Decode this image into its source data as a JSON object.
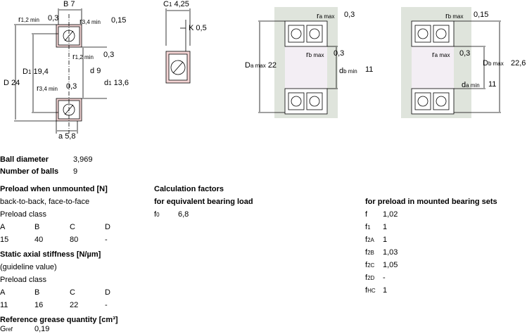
{
  "drawings": {
    "d1": {
      "b_label": "B",
      "b_val": "7",
      "r12_label": "r",
      "r12_sub": "1,2 min",
      "r12_val": "0,3",
      "r34_label": "r",
      "r34_sub": "3,4 min",
      "r34_val": "0,15",
      "r12b_label": "r",
      "r12b_sub": "1,2 min",
      "r12b_val": "0,3",
      "r34b_label": "r",
      "r34b_sub": "3,4 min",
      "r34b_val": "0,3",
      "D_label": "D",
      "D_val": "24",
      "D1_label": "D",
      "D1_sub": "1",
      "D1_val": "19,4",
      "d_label": "d",
      "d_val": "9",
      "d1_label": "d",
      "d1_sub": "1",
      "d1_val": "13,6",
      "a_label": "a",
      "a_val": "5,8"
    },
    "d2": {
      "C1_label": "C",
      "C1_sub": "1",
      "C1_val": "4,25",
      "K_label": "K",
      "K_val": "0,5"
    },
    "d3": {
      "ra_label": "r",
      "ra_sub": "a max",
      "ra_val": "0,3",
      "rb_label": "r",
      "rb_sub": "b max",
      "rb_val": "0,3",
      "Da_label": "D",
      "Da_sub": "a max",
      "Da_val": "22",
      "db_label": "d",
      "db_sub": "b min",
      "db_val": "11"
    },
    "d4": {
      "rb_label": "r",
      "rb_sub": "b max",
      "rb_val": "0,15",
      "ra_label": "r",
      "ra_sub": "a max",
      "ra_val": "0,3",
      "Db_label": "D",
      "Db_sub": "b max",
      "Db_val": "22,6",
      "da_label": "d",
      "da_sub": "a min",
      "da_val": "11"
    }
  },
  "ball": {
    "diameter_label": "Ball diameter",
    "diameter_val": "3,969",
    "number_label": "Number of balls",
    "number_val": "9"
  },
  "preload": {
    "heading": "Preload when unmounted [N]",
    "arrangement": "back-to-back, face-to-face",
    "class_label": "Preload class",
    "classes": [
      "A",
      "B",
      "C",
      "D"
    ],
    "values": [
      "15",
      "40",
      "80",
      "-"
    ]
  },
  "stiffness": {
    "heading": "Static axial stiffness [N/µm]",
    "note": "(guideline value)",
    "class_label": "Preload class",
    "classes": [
      "A",
      "B",
      "C",
      "D"
    ],
    "values": [
      "11",
      "16",
      "22",
      "-"
    ]
  },
  "grease": {
    "heading": "Reference grease quantity [cm³]",
    "g_label": "G",
    "g_sub": "ref",
    "g_val": "0,19"
  },
  "calc": {
    "heading": "Calculation factors",
    "sub_heading": "for equivalent bearing load",
    "f0_label": "f",
    "f0_sub": "0",
    "f0_val": "6,8"
  },
  "mounted": {
    "heading": "for preload in mounted bearing sets",
    "rows": [
      {
        "label": "f",
        "sub": "",
        "val": "1,02"
      },
      {
        "label": "f",
        "sub": "1",
        "val": "1"
      },
      {
        "label": "f",
        "sub": "2A",
        "val": "1"
      },
      {
        "label": "f",
        "sub": "2B",
        "val": "1,03"
      },
      {
        "label": "f",
        "sub": "2C",
        "val": "1,05"
      },
      {
        "label": "f",
        "sub": "2D",
        "val": "-"
      },
      {
        "label": "f",
        "sub": "HC",
        "val": "1"
      }
    ]
  }
}
